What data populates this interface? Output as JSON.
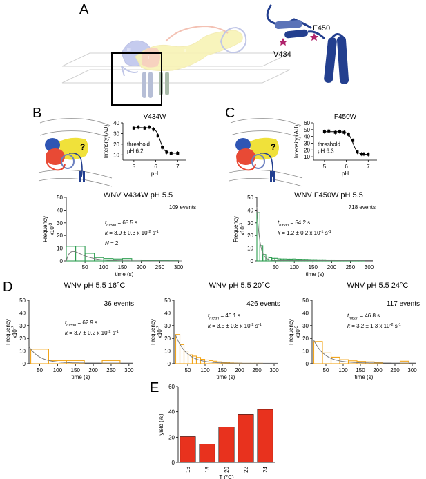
{
  "panels": {
    "a": "A",
    "b": "B",
    "c": "C",
    "d": "D",
    "e": "E"
  },
  "structure_labels": {
    "f450": "F450",
    "v434": "V434"
  },
  "colors": {
    "protein_dark": "#233f8f",
    "protein_mid": "#5b73b8",
    "star": "#b0236c",
    "green": "#2f9e52",
    "orange": "#f2a51a",
    "fit_grey": "#7a7a7a",
    "bar_red": "#e8321e",
    "cartoon_red": "#e84a35",
    "cartoon_yellow": "#f0e13a",
    "cartoon_blue": "#2f55b4"
  },
  "chart_data": [
    {
      "id": "b-titration",
      "type": "scatter",
      "title": "V434W",
      "xlabel": "pH",
      "ylabel": "Intensity (AU)",
      "xlim": [
        4.5,
        7.4
      ],
      "ylim": [
        5,
        40
      ],
      "xticks": [
        5,
        6,
        7
      ],
      "yticks": [
        10,
        20,
        30,
        40
      ],
      "annotation": [
        "threshold",
        "pH 6.2"
      ],
      "points": [
        [
          5.0,
          35
        ],
        [
          5.2,
          36
        ],
        [
          5.5,
          35
        ],
        [
          5.7,
          36
        ],
        [
          5.9,
          34
        ],
        [
          6.1,
          28
        ],
        [
          6.3,
          17
        ],
        [
          6.5,
          12.5
        ],
        [
          6.7,
          11.5
        ],
        [
          7.0,
          11.5
        ]
      ],
      "fit": {
        "top": 35.5,
        "bottom": 11.5,
        "midpoint": 6.2,
        "slope": 0.1
      }
    },
    {
      "id": "c-titration",
      "type": "scatter",
      "title": "F450W",
      "xlabel": "pH",
      "ylabel": "Intensity (AU)",
      "xlim": [
        4.5,
        7.4
      ],
      "ylim": [
        5,
        60
      ],
      "xticks": [
        5,
        6,
        7
      ],
      "yticks": [
        10,
        20,
        30,
        40,
        50,
        60
      ],
      "annotation": [
        "threshold",
        "pH 6.3"
      ],
      "points": [
        [
          5.0,
          47
        ],
        [
          5.2,
          48
        ],
        [
          5.5,
          46
        ],
        [
          5.7,
          47
        ],
        [
          5.9,
          46
        ],
        [
          6.1,
          43
        ],
        [
          6.3,
          34
        ],
        [
          6.5,
          17
        ],
        [
          6.7,
          14
        ],
        [
          6.8,
          14
        ],
        [
          7.0,
          13.5
        ]
      ],
      "fit": {
        "top": 47,
        "bottom": 13.5,
        "midpoint": 6.3,
        "slope": 0.1
      }
    },
    {
      "id": "b-histogram",
      "type": "bar",
      "title": "WNV V434W pH 5.5",
      "xlabel": "time (s)",
      "ylabel": [
        "Frequency",
        "x10",
        "-3"
      ],
      "xlim": [
        0,
        310
      ],
      "ylim": [
        0,
        50
      ],
      "xticks": [
        50,
        100,
        150,
        200,
        250,
        300
      ],
      "yticks": [
        0,
        10,
        20,
        30,
        40,
        50
      ],
      "events": "109 events",
      "t_mean": [
        "t",
        "mean",
        " = 65.5 s"
      ],
      "k": [
        "k",
        " = 3.9 ± 0.3 x 10",
        "-2",
        " s",
        "-1"
      ],
      "n": [
        "N",
        " = 2"
      ],
      "bins": {
        "start": 0,
        "width": 25,
        "values": [
          11.5,
          11.5,
          6,
          2.6,
          1.8,
          1.5,
          1.8,
          0.8,
          0.5,
          0.3,
          0.3,
          0.2
        ]
      },
      "fit": {
        "type": "double-exponential",
        "y0": 0,
        "amplitude": 12,
        "rise": 12,
        "decay": 30
      }
    },
    {
      "id": "c-histogram",
      "type": "bar",
      "title": "WNV F450W pH 5.5",
      "xlabel": "time (s)",
      "ylabel": [
        "Frequency",
        "x10",
        "-3"
      ],
      "xlim": [
        0,
        310
      ],
      "ylim": [
        0,
        50
      ],
      "xticks": [
        50,
        100,
        150,
        200,
        250,
        300
      ],
      "yticks": [
        0,
        10,
        20,
        30,
        40,
        50
      ],
      "events": "718 events",
      "t_mean": [
        "t",
        "mean",
        " = 54.2 s"
      ],
      "k": [
        "k",
        " = 1.2 ± 0.2 x 10",
        "-1",
        " s",
        "-1"
      ],
      "bins": {
        "start": 0,
        "width": 8,
        "values": [
          38,
          12,
          5,
          3,
          2.5,
          2,
          2,
          1.6,
          1.5,
          1.5,
          1.4,
          1.4,
          1.5,
          1.3,
          1.3,
          1.2,
          1.2,
          1.1,
          1,
          1,
          0.9,
          0.9,
          0.9,
          0.8,
          0.8,
          0.8,
          0.7,
          0.7,
          0.6,
          0.6,
          0.5,
          0.5,
          0.4,
          0.4,
          0.3,
          0.3
        ]
      },
      "fit": {
        "type": "exponential",
        "y0": 0.3,
        "amplitude": 42,
        "decay": 8
      }
    },
    {
      "id": "d-16",
      "type": "bar",
      "title": "WNV pH 5.5 16°C",
      "xlabel": "time (s)",
      "ylabel": [
        "Frequency",
        "x10",
        "-3"
      ],
      "xlim": [
        20,
        310
      ],
      "ylim": [
        0,
        50
      ],
      "xticks": [
        50,
        100,
        150,
        200,
        250,
        300
      ],
      "yticks": [
        0,
        10,
        20,
        30,
        40,
        50
      ],
      "events": "36 events",
      "t_mean": [
        "t",
        "mean",
        " = 62.9 s"
      ],
      "k": [
        "k",
        " = 3.7 ± 0.2 x 10",
        "-2",
        " s",
        "-1"
      ],
      "bins": {
        "start": 25,
        "width": 50,
        "values": [
          11.5,
          2.5,
          2.5,
          0,
          2.5
        ]
      },
      "fit": {
        "type": "exponential",
        "x0": 20,
        "y0": 0.5,
        "amplitude": 13,
        "decay": 30
      }
    },
    {
      "id": "d-20",
      "type": "bar",
      "title": "WNV pH 5.5 20°C",
      "xlabel": "time (s)",
      "ylabel": [
        "Frequency",
        "x10",
        "-3"
      ],
      "xlim": [
        10,
        310
      ],
      "ylim": [
        0,
        50
      ],
      "xticks": [
        50,
        100,
        150,
        200,
        250,
        300
      ],
      "yticks": [
        0,
        10,
        20,
        30,
        40,
        50
      ],
      "events": "426 events",
      "t_mean": [
        "t",
        "mean",
        " = 46.1 s"
      ],
      "k": [
        "k",
        " = 3.5 ± 0.8 x 10",
        "-2",
        " s",
        "-1"
      ],
      "bins": {
        "start": 15,
        "width": 12,
        "values": [
          23,
          15,
          10,
          7,
          6,
          5,
          3.5,
          3,
          2.5,
          2,
          1.5,
          1,
          1,
          0.6,
          0.5,
          0.4,
          0.3,
          0.3,
          0.3,
          0.3,
          0.3
        ]
      },
      "fit": {
        "type": "exponential",
        "x0": 15,
        "y0": 0.3,
        "amplitude": 22,
        "decay": 32
      }
    },
    {
      "id": "d-24",
      "type": "bar",
      "title": "WNV pH 5.5 24°C",
      "xlabel": "time (s)",
      "ylabel": [
        "Frequency",
        "x10",
        "-3"
      ],
      "xlim": [
        10,
        310
      ],
      "ylim": [
        0,
        50
      ],
      "xticks": [
        50,
        100,
        150,
        200,
        250,
        300
      ],
      "yticks": [
        0,
        10,
        20,
        30,
        40,
        50
      ],
      "events": "117 events",
      "t_mean": [
        "t",
        "mean",
        " = 46.8 s"
      ],
      "k": [
        "k",
        " = 3.2 ± 1.3 x 10",
        "-2",
        " s",
        "-1"
      ],
      "bins": {
        "start": 15,
        "width": 25,
        "values": [
          17.5,
          8.5,
          5.2,
          3.2,
          2.3,
          1.8,
          1.5,
          1,
          0,
          0,
          2
        ]
      },
      "fit": {
        "type": "exponential",
        "x0": 15,
        "y0": 0.5,
        "amplitude": 18,
        "decay": 32
      }
    },
    {
      "id": "e-yield",
      "type": "bar",
      "xlabel": "T (°C)",
      "ylabel": "yield (%)",
      "categories": [
        "16",
        "18",
        "20",
        "22",
        "24"
      ],
      "values": [
        20.5,
        14.5,
        28,
        38,
        42
      ],
      "ylim": [
        0,
        60
      ],
      "yticks": [
        0,
        20,
        40,
        60
      ]
    }
  ]
}
